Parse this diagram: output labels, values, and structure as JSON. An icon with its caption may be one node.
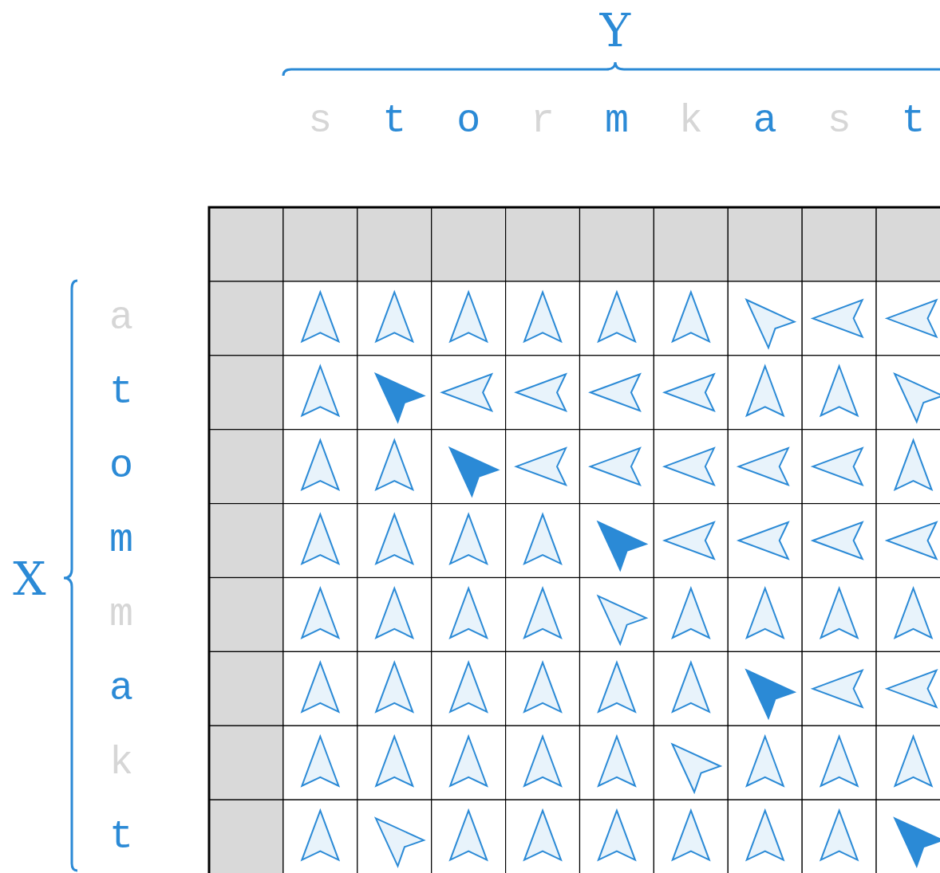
{
  "diagram": {
    "labels": [
      "Y",
      "s",
      "t",
      "o",
      "r",
      "m",
      "k",
      "a",
      "s",
      "t",
      "X",
      "a",
      "t",
      "o",
      "m",
      "m",
      "a",
      "k",
      "t"
    ]
  }
}
